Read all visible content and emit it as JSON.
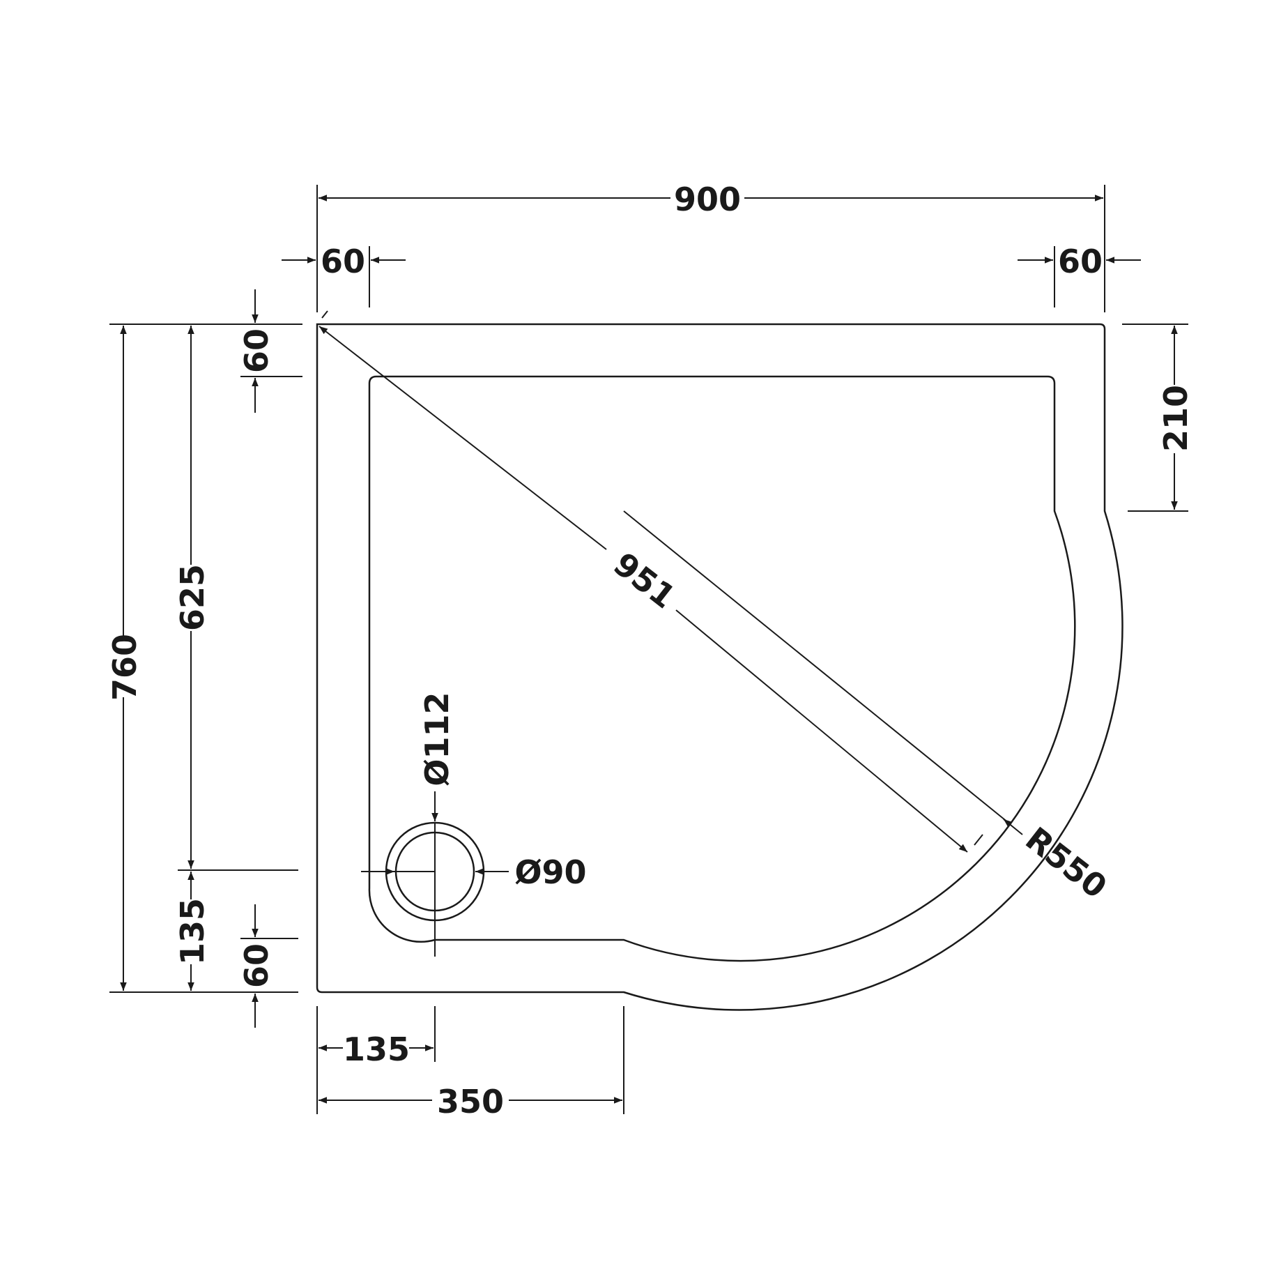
{
  "dimensions": {
    "overall_width": "900",
    "left_rim": "60",
    "right_rim": "60",
    "top_rim": "60",
    "bottom_rim": "60",
    "overall_depth": "760",
    "inner_depth": "625",
    "waste_offset_y": "135",
    "waste_offset_x": "135",
    "straight_side_x": "350",
    "straight_side_y": "210",
    "diagonal": "951",
    "radius": "R550",
    "waste_outer_diameter": "Ø112",
    "waste_inner_diameter": "Ø90"
  },
  "colors": {
    "line": "#1a1a1a",
    "background": "#ffffff"
  }
}
